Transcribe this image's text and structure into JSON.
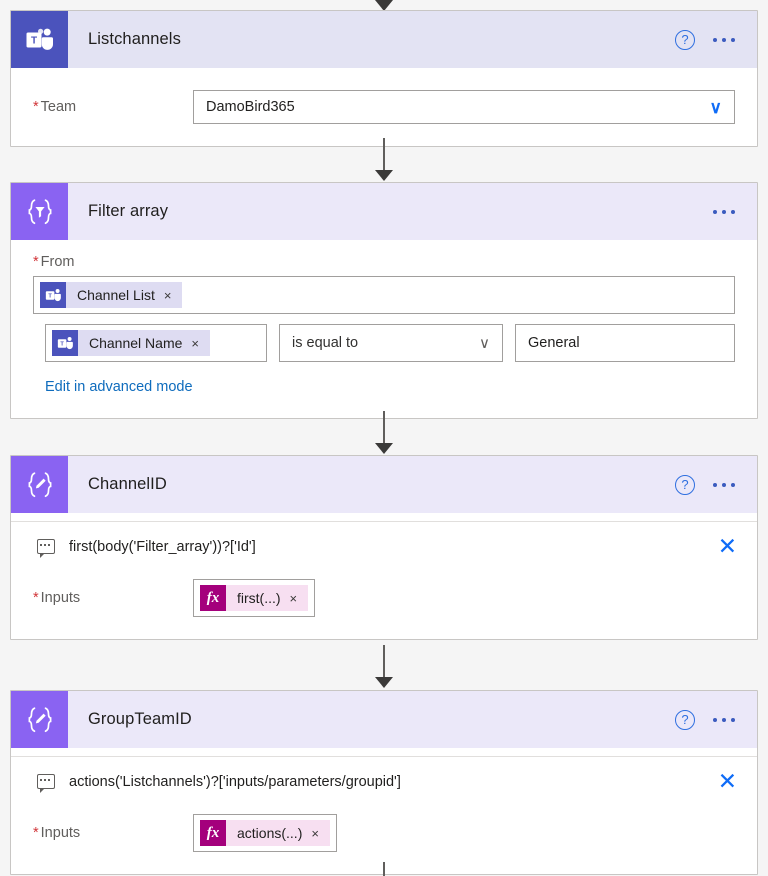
{
  "theme": {
    "page_bg": "#f5f5f5",
    "card_bg": "#ffffff",
    "header_bg": "#ebe8f9",
    "teams_header_bg": "#e3e3f3",
    "teams_icon_bg": "#4b53bc",
    "compose_icon_bg": "#8a63f2",
    "token_bg": "#dedcf2",
    "expression_token_bg": "#f7dff1",
    "fx_badge_bg": "#a4007c",
    "link_color": "#0f6cbd",
    "accent_blue": "#0f6cf7",
    "required_red": "#d13438",
    "border_color": "#a19f9d",
    "connector_color": "#605e5c"
  },
  "cards": [
    {
      "id": "listchannels",
      "title": "Listchannels",
      "icon": "teams-icon",
      "icon_kind": "teams",
      "has_help": true,
      "has_ellipsis": true,
      "fields": [
        {
          "label": "Team",
          "required": true,
          "value": "DamoBird365",
          "control": "dropdown",
          "chevron": "∨"
        }
      ]
    },
    {
      "id": "filter-array",
      "title": "Filter array",
      "icon": "filter-array-icon",
      "icon_kind": "compose",
      "has_help": false,
      "has_ellipsis": true,
      "from_label": "From",
      "from_required": true,
      "from_token": {
        "label": "Channel List",
        "badge": "teams-icon",
        "remove": "×"
      },
      "condition": {
        "left_token": {
          "label": "Channel Name",
          "badge": "teams-icon",
          "remove": "×"
        },
        "operator": "is equal to",
        "operator_chevron": "∨",
        "value": "General"
      },
      "advanced_link": "Edit in advanced mode"
    },
    {
      "id": "channelid",
      "title": "ChannelID",
      "icon": "compose-icon",
      "icon_kind": "compose",
      "has_help": true,
      "has_ellipsis": true,
      "expression_row": {
        "icon": "comment-icon",
        "text": "first(body('Filter_array'))?['Id']",
        "close": "✕"
      },
      "fields": [
        {
          "label": "Inputs",
          "required": true,
          "control": "token",
          "token": {
            "badge": "fx-icon",
            "badge_text": "fx",
            "label": "first(...)",
            "remove": "×"
          }
        }
      ]
    },
    {
      "id": "groupteamid",
      "title": "GroupTeamID",
      "icon": "compose-icon",
      "icon_kind": "compose",
      "has_help": true,
      "has_ellipsis": true,
      "expression_row": {
        "icon": "comment-icon",
        "text": "actions('Listchannels')?['inputs/parameters/groupid']",
        "close": "✕"
      },
      "fields": [
        {
          "label": "Inputs",
          "required": true,
          "control": "token",
          "token": {
            "badge": "fx-icon",
            "badge_text": "fx",
            "label": "actions(...)",
            "remove": "×"
          }
        }
      ]
    }
  ],
  "help_glyph": "?",
  "required_marker": "*"
}
